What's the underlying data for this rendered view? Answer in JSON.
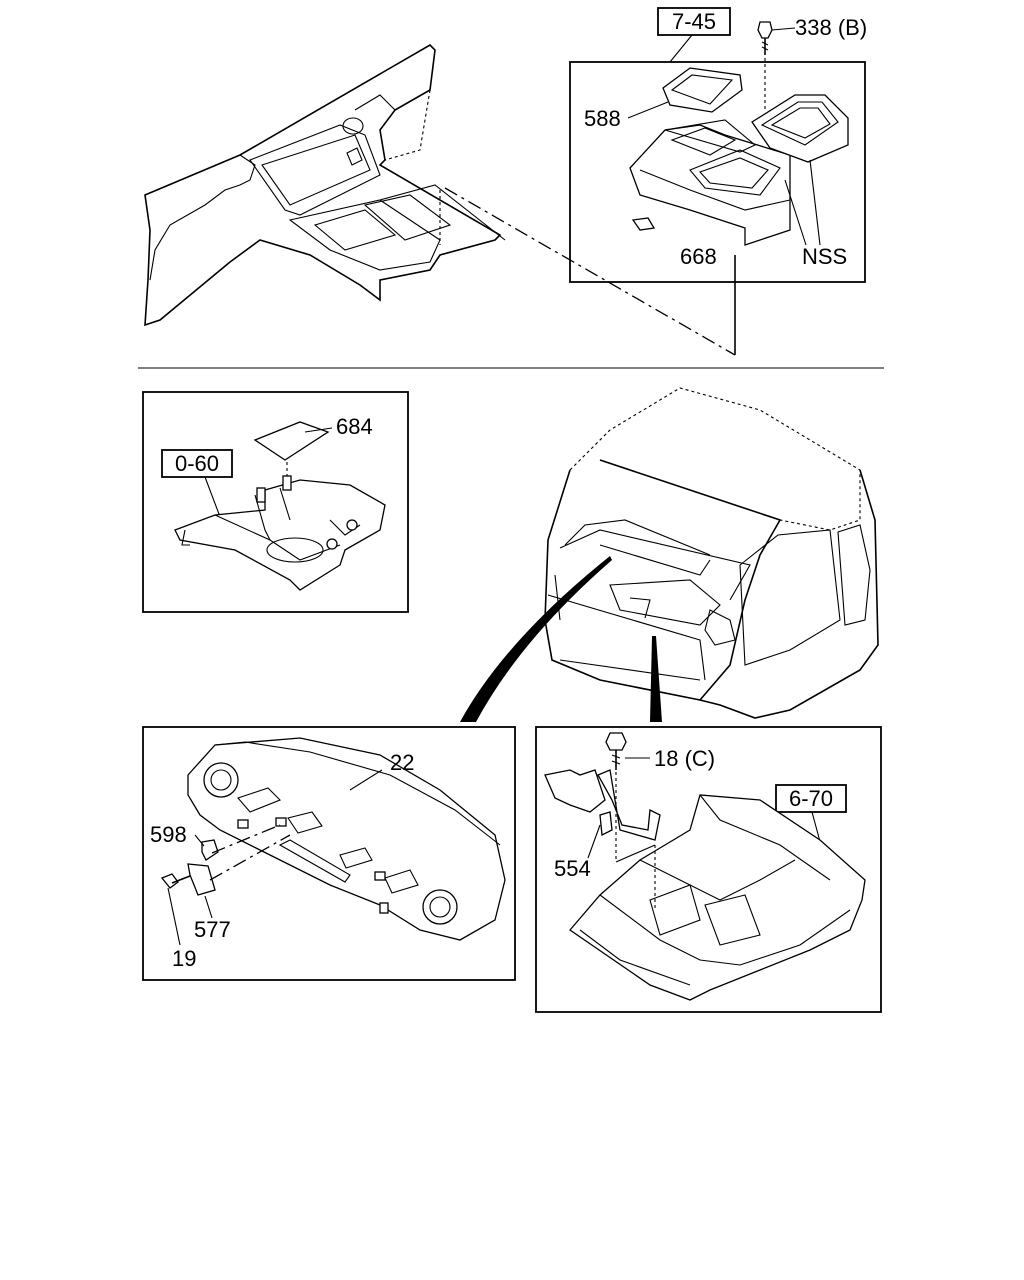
{
  "callouts": {
    "ref_7_45": "7-45",
    "p338": "338 (B)",
    "p588": "588",
    "p668": "668",
    "nss": "NSS",
    "p684": "684",
    "ref_0_60": "0-60",
    "p22": "22",
    "p598": "598",
    "p577": "577",
    "p19": "19",
    "p18": "18 (C)",
    "p554": "554",
    "ref_6_70": "6-70"
  }
}
